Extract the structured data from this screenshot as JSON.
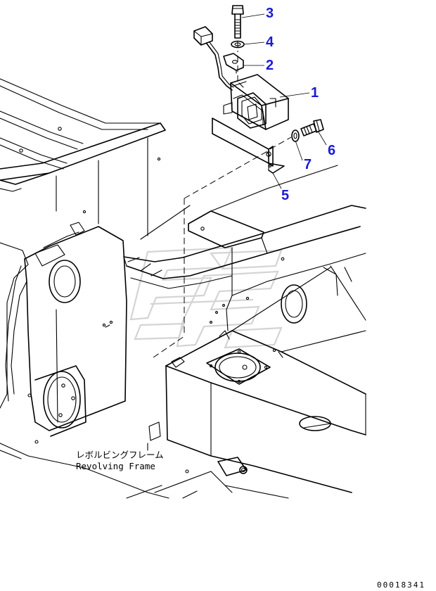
{
  "callouts": {
    "c1": "1",
    "c2": "2",
    "c3": "3",
    "c4": "4",
    "c5": "5",
    "c6": "6",
    "c7": "7"
  },
  "frame_label": {
    "jp": "レボルビングフレーム",
    "en": "Revolving Frame"
  },
  "doc_id": "00018341",
  "colors": {
    "callout": "#1a1ad6",
    "line": "#000000",
    "watermark": "#d4d4d4"
  }
}
